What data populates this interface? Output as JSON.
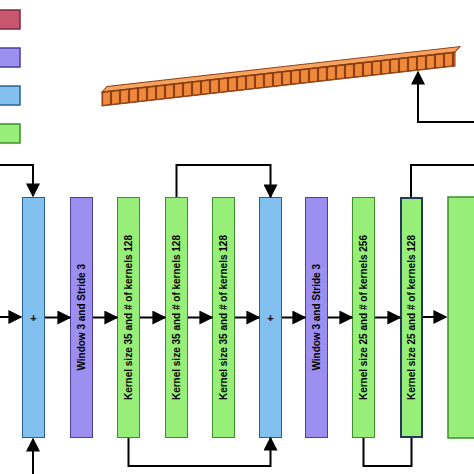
{
  "diagram": {
    "nodes": [
      {
        "text": [
          "+"
        ]
      },
      {
        "text": [
          "Window 3 and Stride 3"
        ]
      },
      {
        "text": [
          "Kernel size 35 and # of kernels 128"
        ]
      },
      {
        "text": [
          "Kernel size 35 and # of kernels 128"
        ]
      },
      {
        "text": [
          "Kernel size 35 and # of kernels 128"
        ]
      },
      {
        "text": [
          "+"
        ]
      },
      {
        "text": [
          "Window 3 and Stride 3"
        ]
      },
      {
        "text": [
          "Kernel size 25 and # of kernels 256"
        ]
      },
      {
        "text": [
          "Kernel size 25 and # of kernels 128"
        ]
      }
    ],
    "edges": [
      {
        "from": 0,
        "to": 1,
        "arrow": "to"
      },
      {
        "from": 1,
        "to": 2,
        "arrow": "to"
      },
      {
        "from": 2,
        "to": 3,
        "arrow": "to"
      },
      {
        "from": 3,
        "to": 4,
        "arrow": "to"
      },
      {
        "from": 4,
        "to": 5,
        "arrow": "to"
      },
      {
        "from": 5,
        "to": 6,
        "arrow": "to"
      },
      {
        "from": 6,
        "to": 7,
        "arrow": "to"
      },
      {
        "from": 7,
        "to": 8,
        "arrow": "to"
      },
      {
        "from": 3,
        "to": 5,
        "arrow": "to"
      },
      {
        "from": 2,
        "to": 5,
        "arrow": "to"
      },
      {
        "from": 7,
        "to": 8,
        "arrow": "none"
      }
    ]
  }
}
